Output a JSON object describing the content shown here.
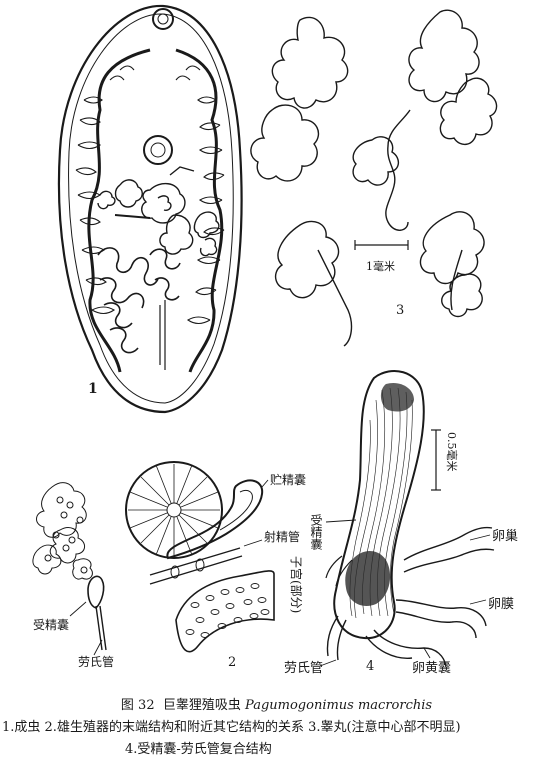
{
  "figure": {
    "number": "图 32",
    "title_cn": "巨睾狸殖吸虫",
    "title_latin": "Pagumogonimus macrorchis",
    "legend_line1": "1.成虫   2.雄生殖器的末端结构和附近其它结构的关系   3.睾丸(注意中心部不明显)",
    "legend_line2": "4.受精囊-劳氏管复合结构"
  },
  "panels": {
    "p1": {
      "number": "1"
    },
    "p2": {
      "number": "2",
      "labels": {
        "seminal_vesicle": "贮精囊",
        "ejaculatory_duct": "射精管",
        "uterus_part": "子宫(部分)",
        "seminal_receptacle": "受精囊",
        "laurers_canal": "劳氏管"
      }
    },
    "p3": {
      "number": "3",
      "scale": "1毫米"
    },
    "p4": {
      "number": "4",
      "scale": "0.5毫米",
      "labels": {
        "seminal_receptacle": "受精囊",
        "oviduct": "卵巢",
        "ootype": "卵膜",
        "vitelline_reservoir": "卵黄囊",
        "laurers_canal": "劳氏管"
      }
    }
  }
}
